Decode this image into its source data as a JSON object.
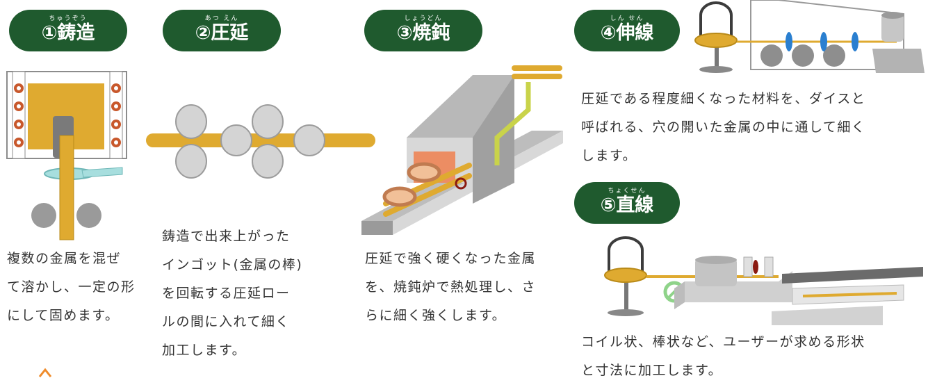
{
  "steps": [
    {
      "ruby": "ちゅうぞう",
      "title": "①鋳造",
      "desc": [
        "複数の金属を混ぜ",
        "て溶かし、一定の形",
        "にして固めます。"
      ]
    },
    {
      "ruby": "あつ えん",
      "title": "②圧延",
      "desc": [
        "鋳造で出来上がった",
        "インゴット(金属の棒)",
        "を回転する圧延ロー",
        "ルの間に入れて細く",
        "加工します。"
      ]
    },
    {
      "ruby": "しょうどん",
      "title": "③焼鈍",
      "desc": [
        "圧延で強く硬くなった金属",
        "を、焼鈍炉で熱処理し、さ",
        "らに細く強くします。"
      ]
    },
    {
      "ruby": "しん せん",
      "title": "④伸線",
      "desc": [
        "圧延である程度細くなった材料を、ダイスと",
        "呼ばれる、穴の開いた金属の中に通して細く",
        "します。"
      ]
    },
    {
      "ruby": "ちょくせん",
      "title": "⑤直線",
      "desc": [
        "コイル状、棒状など、ユーザーが求める形状",
        "と寸法に加工します。"
      ]
    }
  ],
  "colors": {
    "badge": "#1f5a2e",
    "gold": "#dfaa30",
    "copper": "#c8582c",
    "gray": "#9a9a9a",
    "teal": "#8fd0d0",
    "blue": "#2a7fd0"
  }
}
